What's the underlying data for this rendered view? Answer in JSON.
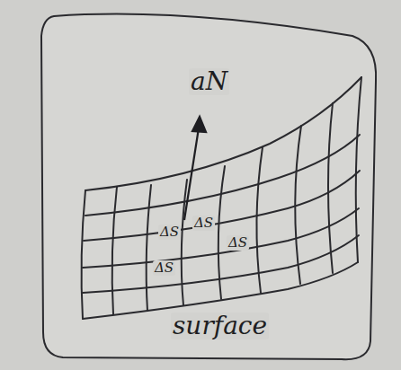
{
  "diagram": {
    "labels": [
      "aN",
      "ΔS",
      "ΔS",
      "ΔS",
      "ΔS",
      "surface"
    ]
  }
}
